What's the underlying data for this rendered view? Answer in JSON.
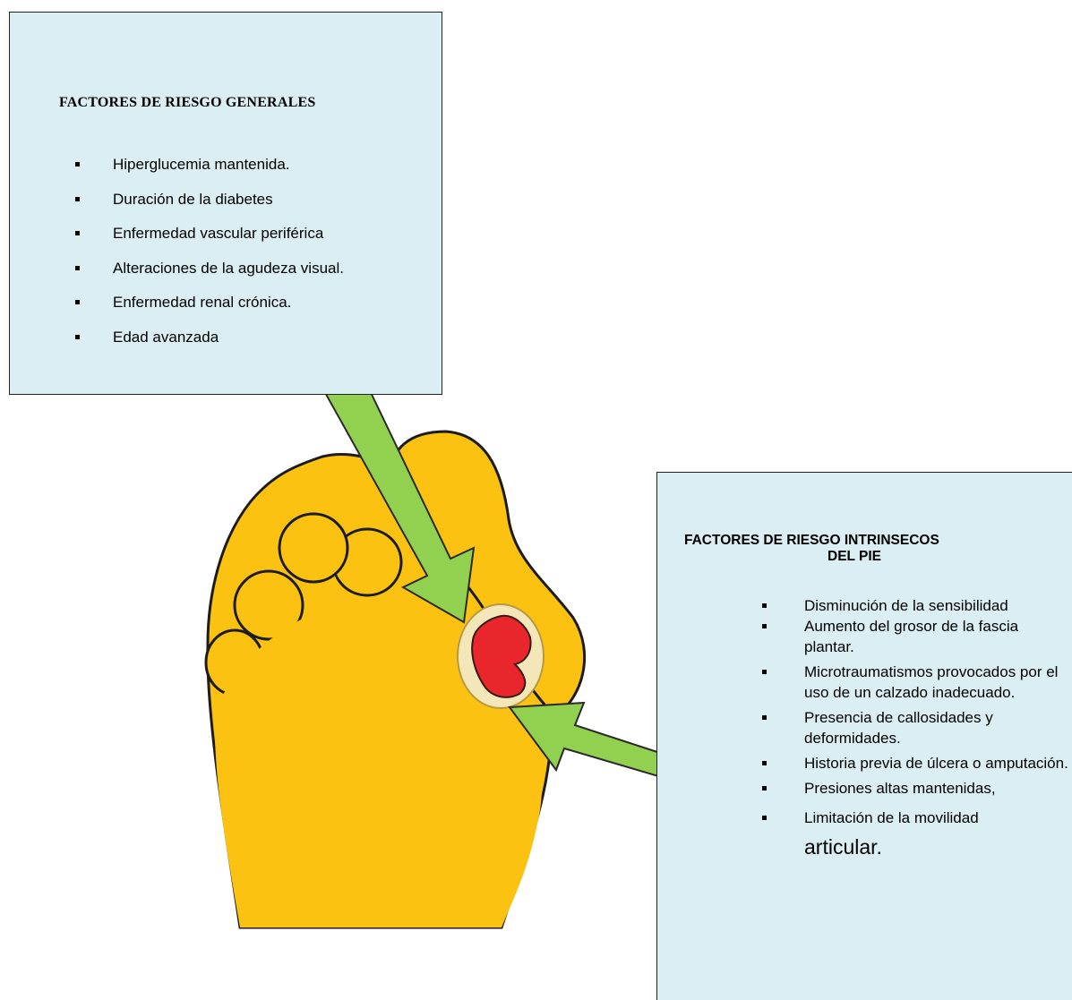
{
  "general": {
    "title": "FACTORES DE RIESGO GENERALES",
    "items": [
      "Hiperglucemia mantenida.",
      "Duración de la diabetes",
      "Enfermedad vascular periférica",
      "Alteraciones de la agudeza visual.",
      "Enfermedad renal crónica.",
      "Edad avanzada"
    ]
  },
  "intrinsic": {
    "title_line1": "FACTORES DE RIESGO INTRINSECOS",
    "title_line2": "DEL PIE",
    "items": [
      "Disminución de la sensibilidad",
      "Aumento del grosor de la fascia    plantar.",
      "Microtraumatismos provocados por el uso de un calzado inadecuado.",
      "Presencia de callosidades y deformidades.",
      "Historia previa de úlcera o amputación.",
      "Presiones altas mantenidas,",
      "Limitación de la movilidad"
    ],
    "last_item_tail": "articular."
  },
  "colors": {
    "box_fill": "#dbeef4",
    "foot_fill": "#fbc212",
    "ulcer_fill": "#e8262b",
    "ulcer_halo": "#f3e6b8",
    "arrow_fill": "#92d050"
  }
}
